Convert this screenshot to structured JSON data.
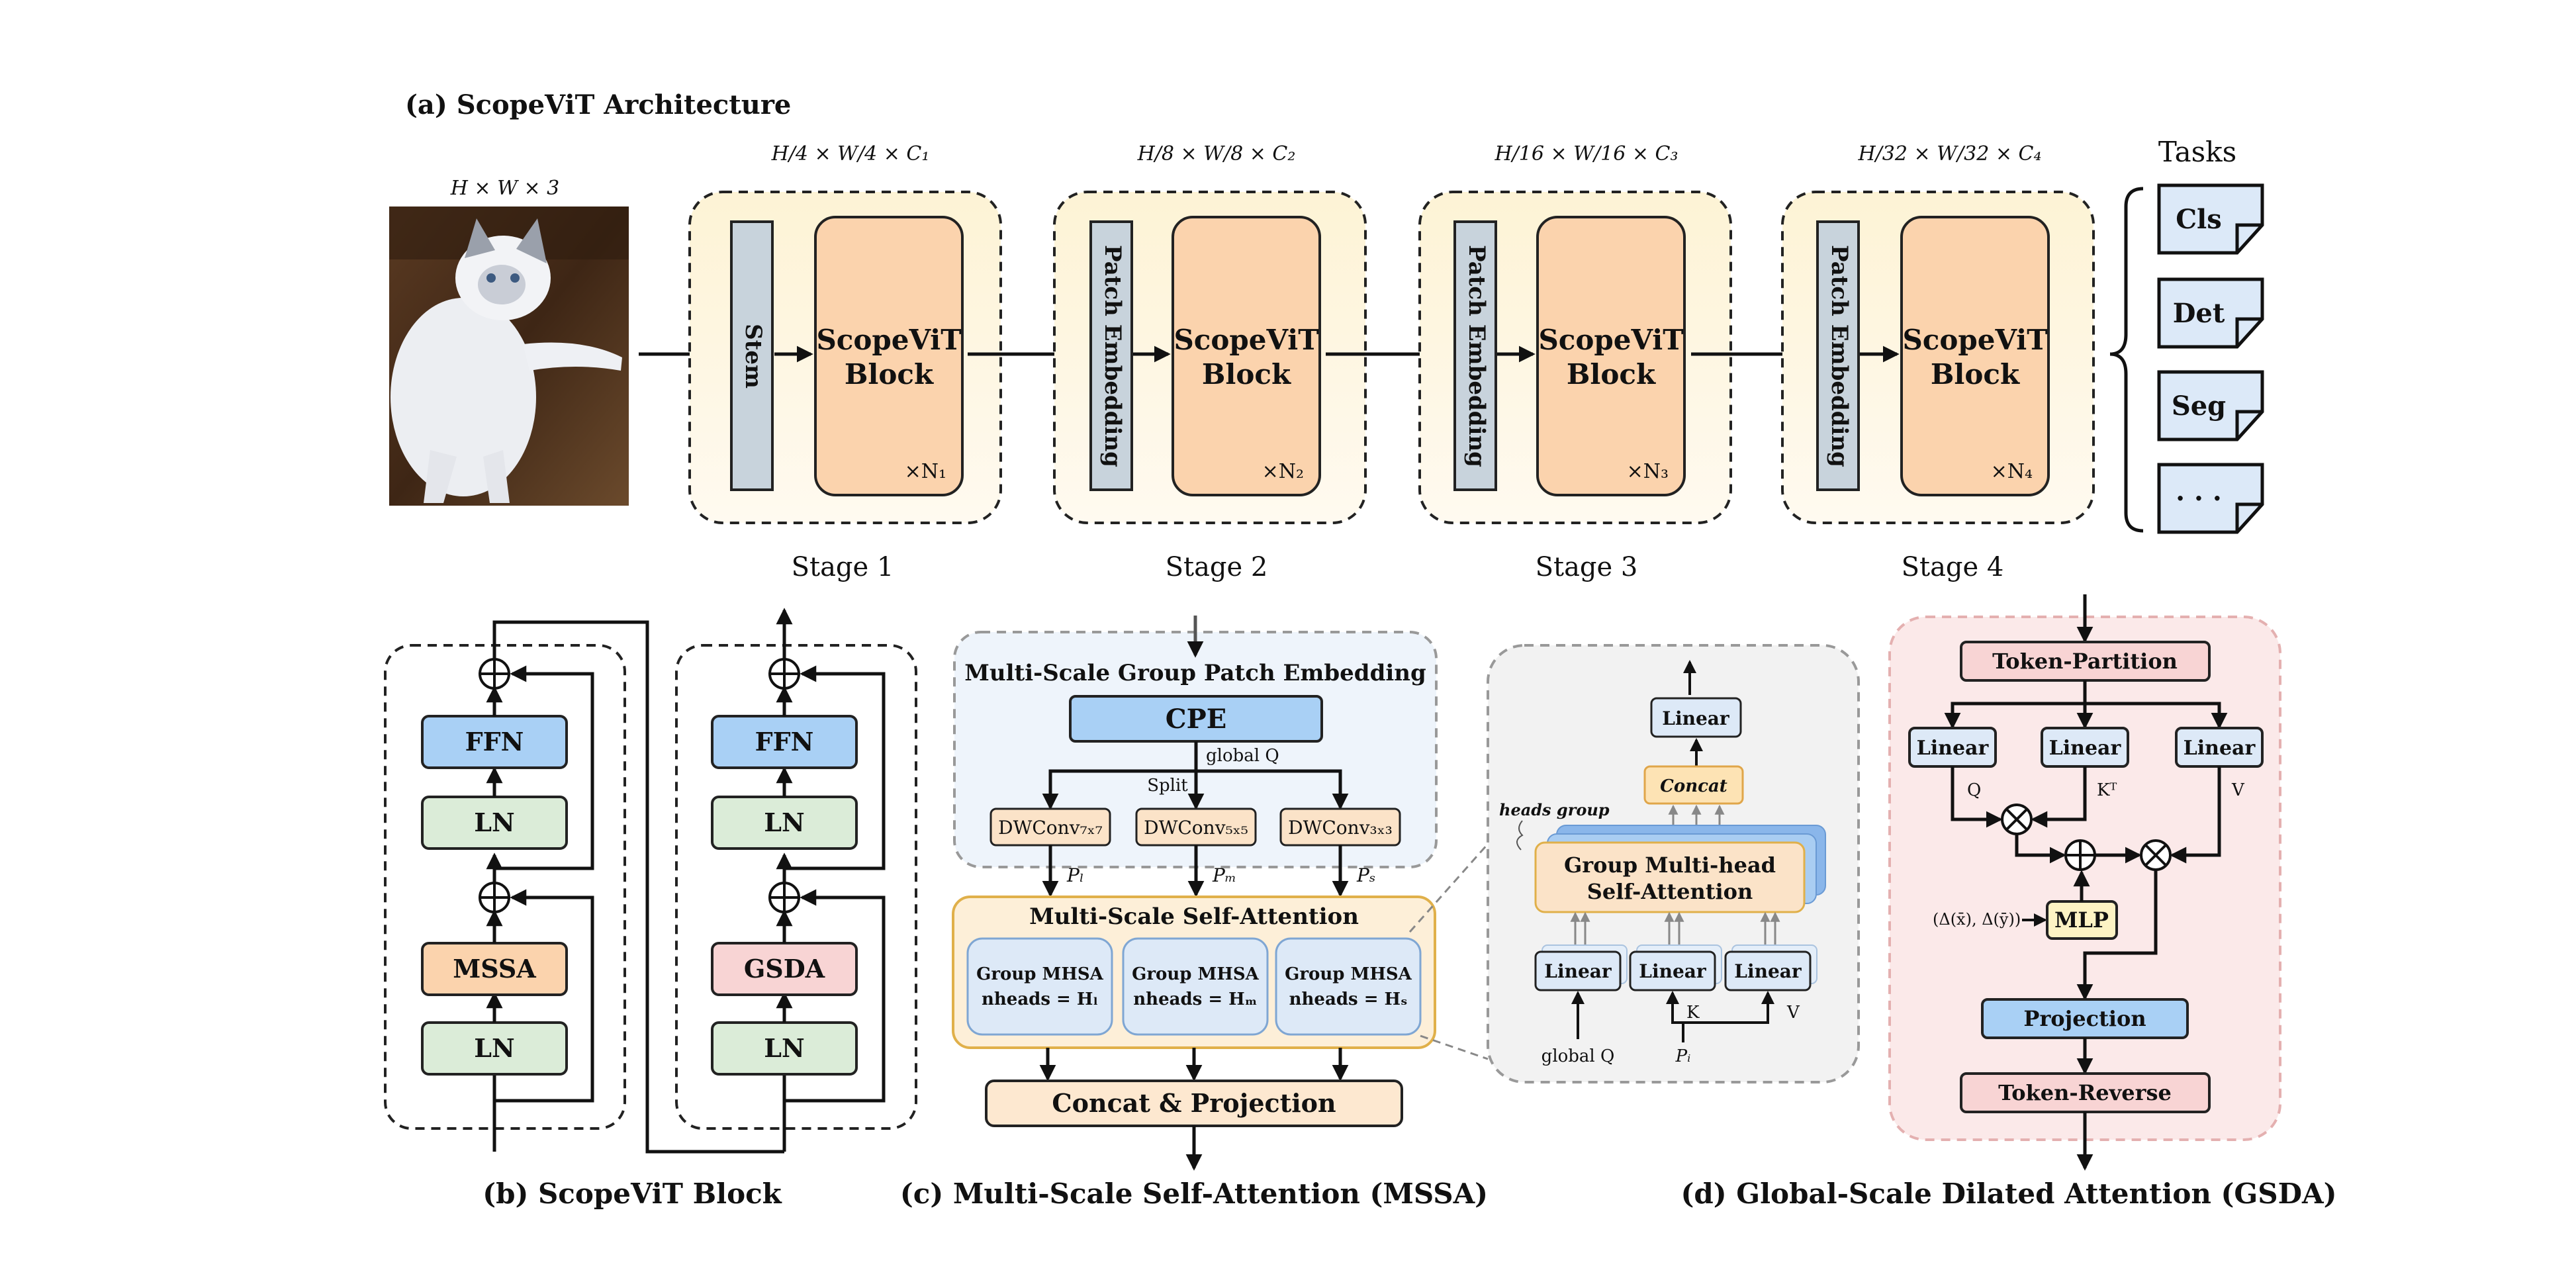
{
  "arch": {
    "title": "(a) ScopeViT Architecture",
    "input_dim": "H × W × 3",
    "dims": [
      "H/4 × W/4 × C₁",
      "H/8 × W/8 × C₂",
      "H/16 × W/16 × C₃",
      "H/32 × W/32 × C₄"
    ],
    "stem": "Stem",
    "patch_embedding": "Patch Embedding",
    "block_line1": "ScopeViT",
    "block_line2": "Block",
    "repeats": [
      "×N₁",
      "×N₂",
      "×N₃",
      "×N₄"
    ],
    "stages": [
      "Stage 1",
      "Stage 2",
      "Stage 3",
      "Stage 4"
    ],
    "tasks_title": "Tasks",
    "tasks": [
      "Cls",
      "Det",
      "Seg",
      "· · ·"
    ]
  },
  "block": {
    "caption": "(b) ScopeViT Block",
    "ffn": "FFN",
    "ln": "LN",
    "mssa": "MSSA",
    "gsda": "GSDA"
  },
  "mssa": {
    "caption": "(c) Multi-Scale Self-Attention (MSSA)",
    "embed_title": "Multi-Scale Group Patch Embedding",
    "cpe": "CPE",
    "global_q": "global Q",
    "split": "Split",
    "dwconvs": [
      "DWConv₇ₓ₇",
      "DWConv₅ₓ₅",
      "DWConv₃ₓ₃"
    ],
    "p_labels": [
      "Pₗ",
      "Pₘ",
      "Pₛ"
    ],
    "attn_title": "Multi-Scale Self-Attention",
    "group_title": "Group MHSA",
    "group_heads": [
      "nheads = Hₗ",
      "nheads = Hₘ",
      "nheads = Hₛ"
    ],
    "concat_proj": "Concat & Projection"
  },
  "detail": {
    "linear": "Linear",
    "concat": "Concat",
    "heads_group": "heads group",
    "gmha_line1": "Group Multi-head",
    "gmha_line2": "Self-Attention",
    "global_q": "global Q",
    "k": "K",
    "v": "V",
    "p_i": "Pᵢ"
  },
  "gsda": {
    "caption": "(d) Global-Scale Dilated Attention (GSDA)",
    "partition": "Token-Partition",
    "linear": "Linear",
    "q": "Q",
    "kt": "Kᵀ",
    "v": "V",
    "mlp": "MLP",
    "mlp_input": "(Δ(x̄), Δ(ȳ))",
    "projection": "Projection",
    "reverse": "Token-Reverse"
  },
  "colors": {
    "stage_fill": "#fdf6e3",
    "block_fill": "#fbd3ad",
    "embed_fill": "#c8d3dc",
    "ffn": "#a9d0f5",
    "ln": "#dbecd8",
    "mssa": "#fbd3ad",
    "gsda": "#f8d4d4",
    "panel_blue": "#eef4fb",
    "panel_orange": "#fdefd8",
    "panel_grey": "#f2f2f2",
    "panel_pink": "#fbe9e9",
    "task": "#dce9f8"
  }
}
